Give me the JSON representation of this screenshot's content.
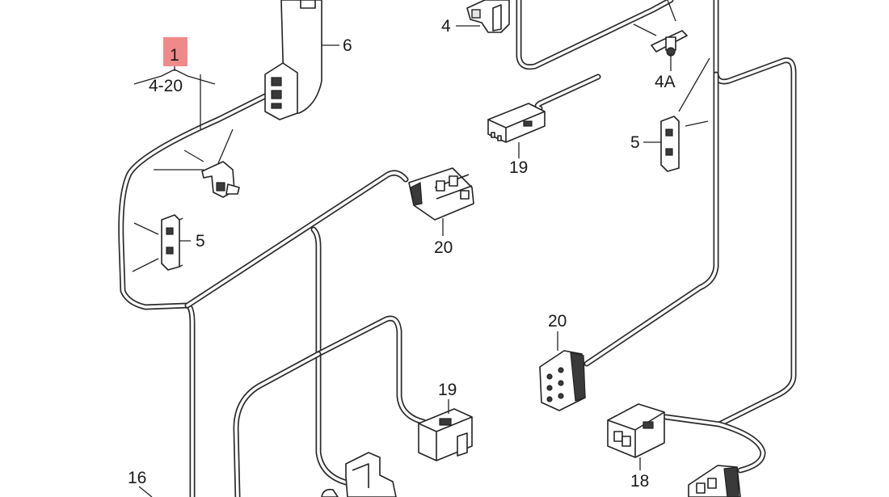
{
  "diagram": {
    "highlight_color": "#f08a8a",
    "callouts": [
      {
        "id": "c1",
        "text": "1",
        "highlighted": true
      },
      {
        "id": "c420",
        "text": "4-20"
      },
      {
        "id": "c6",
        "text": "6"
      },
      {
        "id": "c4",
        "text": "4"
      },
      {
        "id": "c4a",
        "text": "4A"
      },
      {
        "id": "c5a",
        "text": "5"
      },
      {
        "id": "c5b",
        "text": "5"
      },
      {
        "id": "c19a",
        "text": "19"
      },
      {
        "id": "c20a",
        "text": "20"
      },
      {
        "id": "c20b",
        "text": "20"
      },
      {
        "id": "c19b",
        "text": "19"
      },
      {
        "id": "c16",
        "text": "16"
      },
      {
        "id": "c18",
        "text": "18"
      }
    ]
  }
}
